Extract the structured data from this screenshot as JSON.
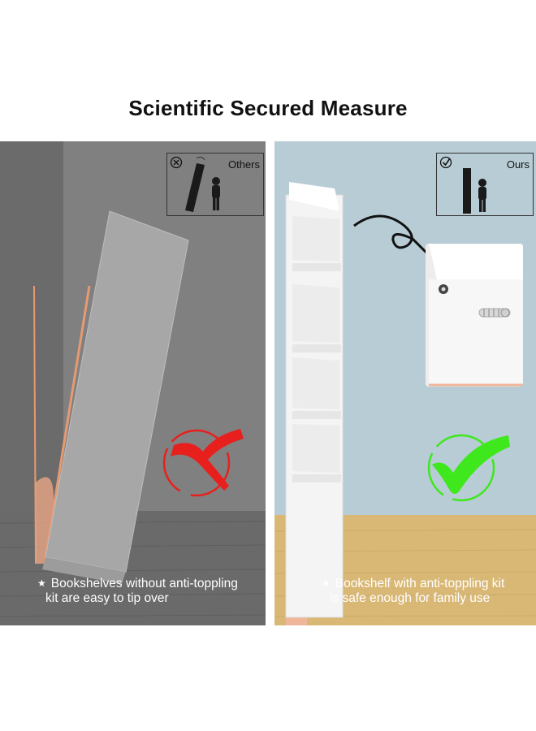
{
  "title": "Scientific Secured Measure",
  "left_panel": {
    "badge_label": "Others",
    "badge_icon": "x-circle-icon",
    "caption_line1": "Bookshelves without anti-toppling",
    "caption_line2": "kit are easy to tip over",
    "mark_color": "#e8201d"
  },
  "right_panel": {
    "badge_label": "Ours",
    "badge_icon": "check-circle-icon",
    "caption_line1": "Bookshelf with anti-toppling kit",
    "caption_line2": "is safe enough for family use",
    "mark_color": "#3ee81d"
  },
  "caption_bullet": "★"
}
